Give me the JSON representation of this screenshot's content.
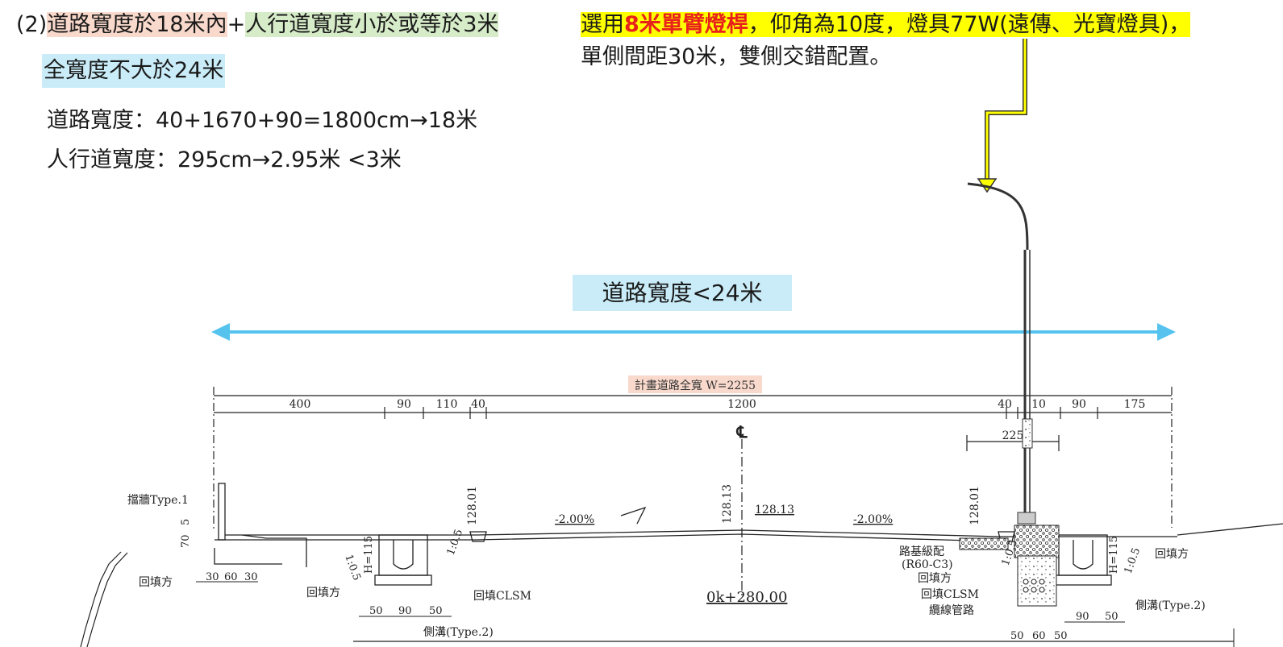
{
  "criteria": {
    "prefix": "(2)",
    "road_width": "道路寬度於18米內",
    "plus": "+",
    "sidewalk": "人行道寬度小於或等於3米",
    "full_width": "全寬度不大於24米"
  },
  "calc": {
    "road": "道路寬度：40+1670+90=1800cm→18米",
    "sidewalk": "人行道寬度：295cm→2.95米 <3米"
  },
  "selection": {
    "pre": "選用",
    "pole": "8米單臂燈桿",
    "post": "，仰角為10度，燈具77W(遠傳、光寶燈具)，",
    "line2": "單側間距30米，雙側交錯配置。"
  },
  "width_label": "道路寬度<24米",
  "drawing": {
    "total_width": "計畫道路全寬 W=2255",
    "dims_top": [
      "400",
      "90",
      "110",
      "40",
      "1200",
      "40",
      "10",
      "90",
      "175"
    ],
    "dim_225": "225",
    "centerline": "℄",
    "elev_left": "128.01",
    "elev_center": "128.13",
    "elev_center2": "128.13",
    "elev_right": "128.01",
    "slope_left": "-2.00%",
    "slope_right": "-2.00%",
    "station": "0k+280.00",
    "labels": {
      "wall": "擋牆Type.1",
      "backfill_left": "回填方",
      "backfill_mid": "回填方",
      "backfill_clsm_left": "回填CLSM",
      "ditch_left": "側溝(Type.2)",
      "base": "路基級配",
      "base_spec": "(R60-C3)",
      "backfill_r": "回填方",
      "backfill_clsm_r": "回填CLSM",
      "cable": "纜線管路",
      "backfill_far_r": "回填方",
      "ditch_right": "側溝(Type.2)"
    },
    "dims_small": {
      "h70": "70",
      "h5": "5",
      "w30a": "30",
      "w60": "60",
      "w30b": "30",
      "h115_left": "H=115",
      "h115_right": "H=115",
      "s50a": "50",
      "s90": "90",
      "s50b": "50",
      "slope1": "1:0.5",
      "slope2": "1:0.5",
      "slope3": "1:0.5",
      "slope4": "1:0.5",
      "r90": "90",
      "r50": "50",
      "b50a": "50",
      "b60": "60",
      "b50b": "50"
    }
  },
  "colors": {
    "arrow": "#56c3ef",
    "yellow_arrow": "#ffff00",
    "red": "#e8221b"
  }
}
